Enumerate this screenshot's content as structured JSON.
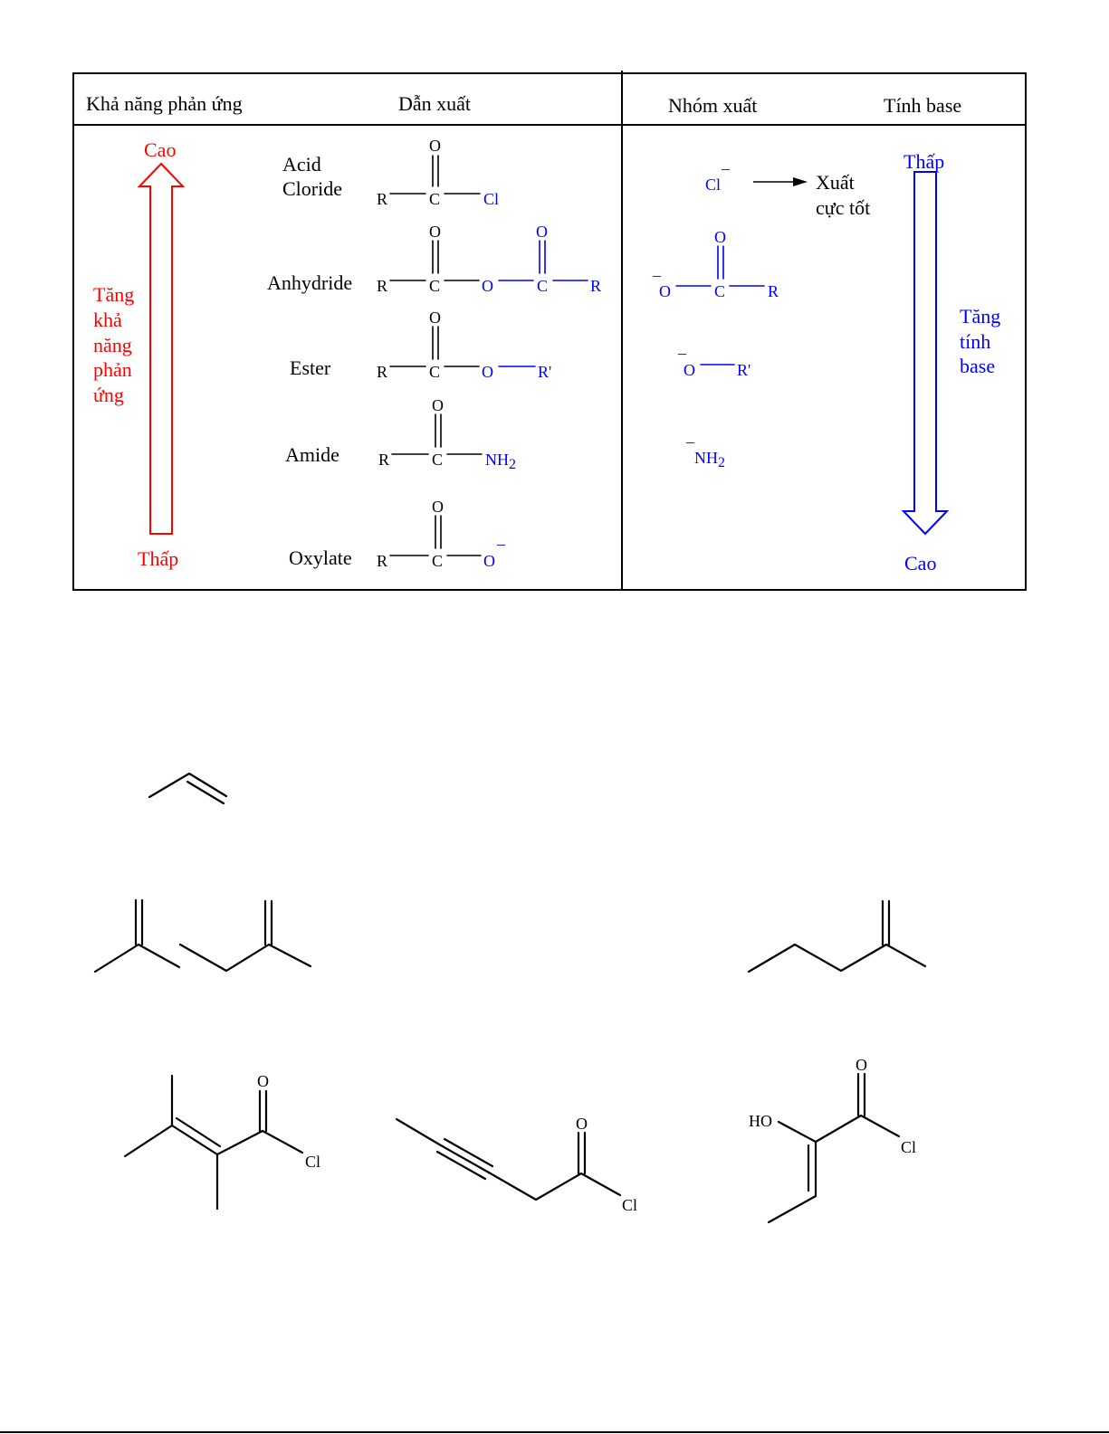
{
  "colors": {
    "reactivity": "#ff0000",
    "leaving_group": "#0000ff",
    "text": "#000000"
  },
  "table": {
    "headers": {
      "reactivity": "Khả năng phản ứng",
      "derivative": "Dẫn xuất",
      "leaving_group": "Nhóm xuất",
      "basicity": "Tính base"
    },
    "reactivity_axis": {
      "top": "Cao",
      "bottom": "Thấp",
      "label_lines": [
        "Tăng",
        "khả",
        "năng",
        "phản",
        "ứng"
      ]
    },
    "basicity_axis": {
      "top": "Thấp",
      "bottom": "Cao",
      "label_lines": [
        "Tăng",
        "tính",
        "base"
      ]
    },
    "best_leaving_lines": [
      "Xuất",
      "cực tốt"
    ],
    "derivatives": [
      {
        "name_lines": [
          "Acid",
          "Cloride"
        ]
      },
      {
        "name_lines": [
          "Anhydride"
        ]
      },
      {
        "name_lines": [
          "Ester"
        ]
      },
      {
        "name_lines": [
          "Amide"
        ]
      },
      {
        "name_lines": [
          "Oxylate"
        ]
      }
    ],
    "atoms": {
      "R": "R",
      "C": "C",
      "O": "O",
      "Cl": "Cl",
      "R_prime": "R'",
      "NH2_main": "NH",
      "NH2_sub": "2",
      "minus": "–"
    }
  },
  "molecules": {
    "labels": {
      "O": "O",
      "Cl": "Cl",
      "HO": "HO"
    }
  }
}
